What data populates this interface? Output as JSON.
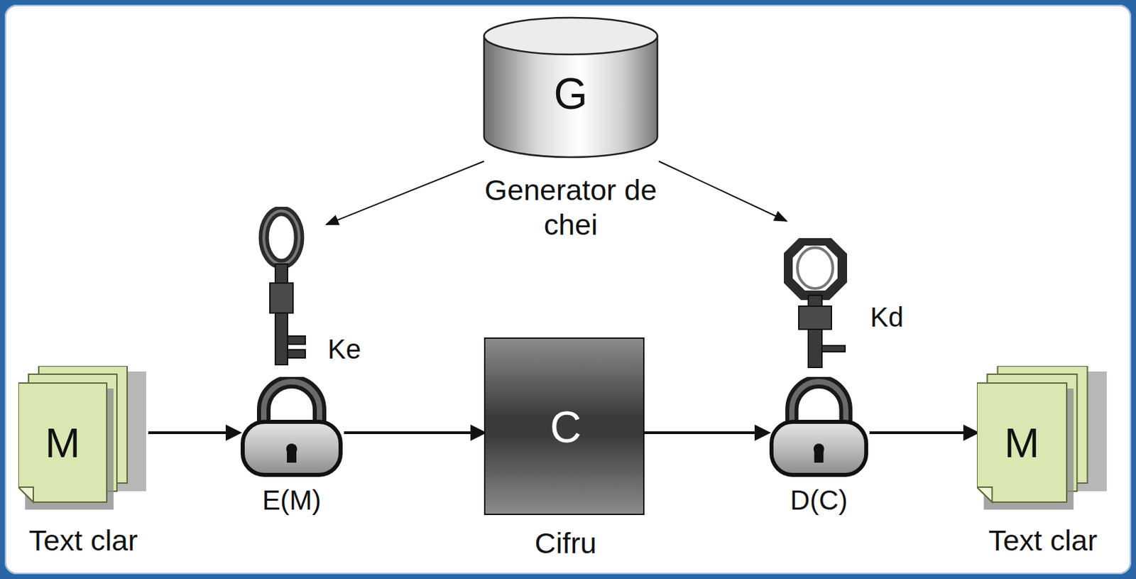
{
  "diagram": {
    "nodes": [
      {
        "text": [
          "G",
          "Generator de chei"
        ]
      },
      {
        "text": [
          "M",
          "Text clar"
        ]
      },
      {
        "text": [
          "Ke"
        ]
      },
      {
        "text": [
          "E(M)"
        ]
      },
      {
        "text": [
          "C",
          "Cifru"
        ]
      },
      {
        "text": [
          "Kd"
        ]
      },
      {
        "text": [
          "D(C)"
        ]
      },
      {
        "text": [
          "M",
          "Text clar"
        ]
      }
    ],
    "edges": [
      {
        "from": 1,
        "to": 3,
        "arrow": "to"
      },
      {
        "from": 3,
        "to": 4,
        "arrow": "to"
      },
      {
        "from": 4,
        "to": 6,
        "arrow": "to"
      },
      {
        "from": 6,
        "to": 7,
        "arrow": "to"
      },
      {
        "from": 0,
        "to": 2,
        "arrow": "to"
      },
      {
        "from": 0,
        "to": 5,
        "arrow": "to"
      }
    ]
  }
}
